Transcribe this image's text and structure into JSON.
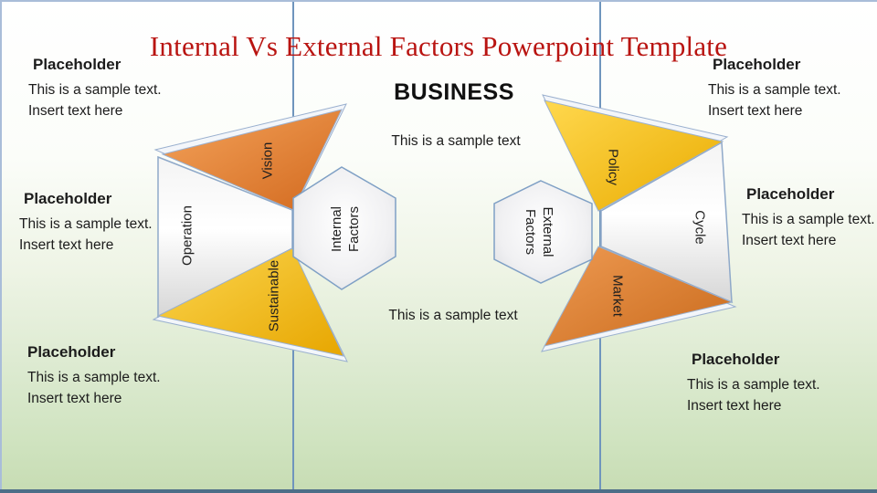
{
  "title": "Internal Vs External Factors Powerpoint Template",
  "center": {
    "heading": "BUSINESS",
    "top_caption": "This is a sample text",
    "bottom_caption": "This is a sample text"
  },
  "placeholders": {
    "top_left": {
      "heading": "Placeholder",
      "line1": "This is a sample text.",
      "line2": "Insert text here"
    },
    "mid_left": {
      "heading": "Placeholder",
      "line1": "This is a sample text.",
      "line2": "Insert text here"
    },
    "bottom_left": {
      "heading": "Placeholder",
      "line1": "This is a sample text.",
      "line2": "Insert text here"
    },
    "top_right": {
      "heading": "Placeholder",
      "line1": "This is a sample text.",
      "line2": "Insert text here"
    },
    "mid_right": {
      "heading": "Placeholder",
      "line1": "This is a sample text.",
      "line2": "Insert text here"
    },
    "bottom_right": {
      "heading": "Placeholder",
      "line1": "This is a sample text.",
      "line2": "Insert text here"
    }
  },
  "internal_group": {
    "segments": {
      "top": "Vision",
      "middle": "Operation",
      "bottom": "Sustainable"
    },
    "hub": {
      "line1": "Internal",
      "line2": "Factors"
    }
  },
  "external_group": {
    "segments": {
      "top": "Policy",
      "middle": "Cycle",
      "bottom": "Market"
    },
    "hub": {
      "line1": "External",
      "line2": "Factors"
    }
  },
  "colors": {
    "title_red": "#b91411",
    "orange": "#d2691e",
    "gold": "#eaa800",
    "guide_line": "#6f95bd",
    "slide_border": "#a9bdd9",
    "bottom_border": "#4d6e88",
    "background_bottom": "#cfe3bf"
  }
}
